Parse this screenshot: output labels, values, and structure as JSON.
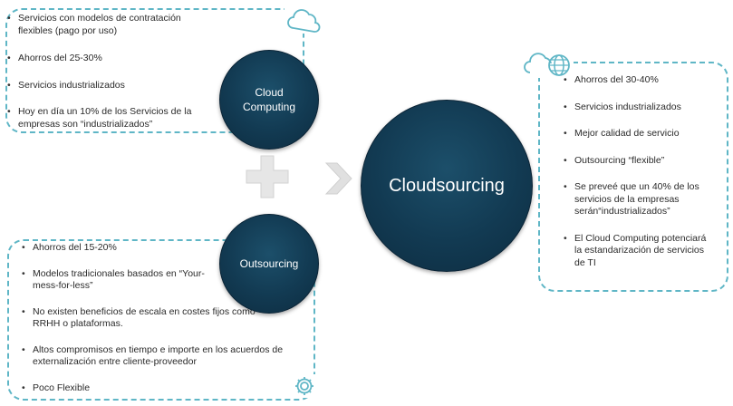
{
  "cloud_computing": {
    "label": "Cloud\nComputing",
    "items": [
      "Servicios con modelos de contratación flexibles (pago por uso)",
      "Ahorros del 25-30%",
      "Servicios industrializados",
      "Hoy en día un 10% de los Servicios de la empresas son “industrializados”"
    ]
  },
  "outsourcing": {
    "label": "Outsourcing",
    "items": [
      "Ahorros del 15-20%",
      "Modelos tradicionales basados en “Your-mess-for-less”",
      "No existen beneficios de escala en costes fijos como RRHH o plataformas.",
      "Altos compromisos en tiempo e importe en los acuerdos de externalización entre cliente-proveedor",
      "Poco Flexible"
    ]
  },
  "cloudsourcing": {
    "label": "Cloudsourcing",
    "items": [
      "Ahorros del 30-40%",
      "Servicios industrializados",
      "Mejor calidad de servicio",
      "Outsourcing “flexible”",
      "Se preveé que un 40% de los servicios de la empresas serán“industrializados”",
      "El Cloud Computing potenciará la estandarización de servicios de TI"
    ]
  },
  "icons": {
    "top_left": "cloud-icon",
    "bottom_left": "gear-icon",
    "right": "cloud-globe-icon",
    "plus": "plus-icon",
    "arrow": "arrow-right-icon"
  },
  "colors": {
    "circle": "#123a52",
    "dashed_border": "#5fb6c6",
    "plus": "#e6e6e6",
    "arrow": "#e0e0e0"
  }
}
